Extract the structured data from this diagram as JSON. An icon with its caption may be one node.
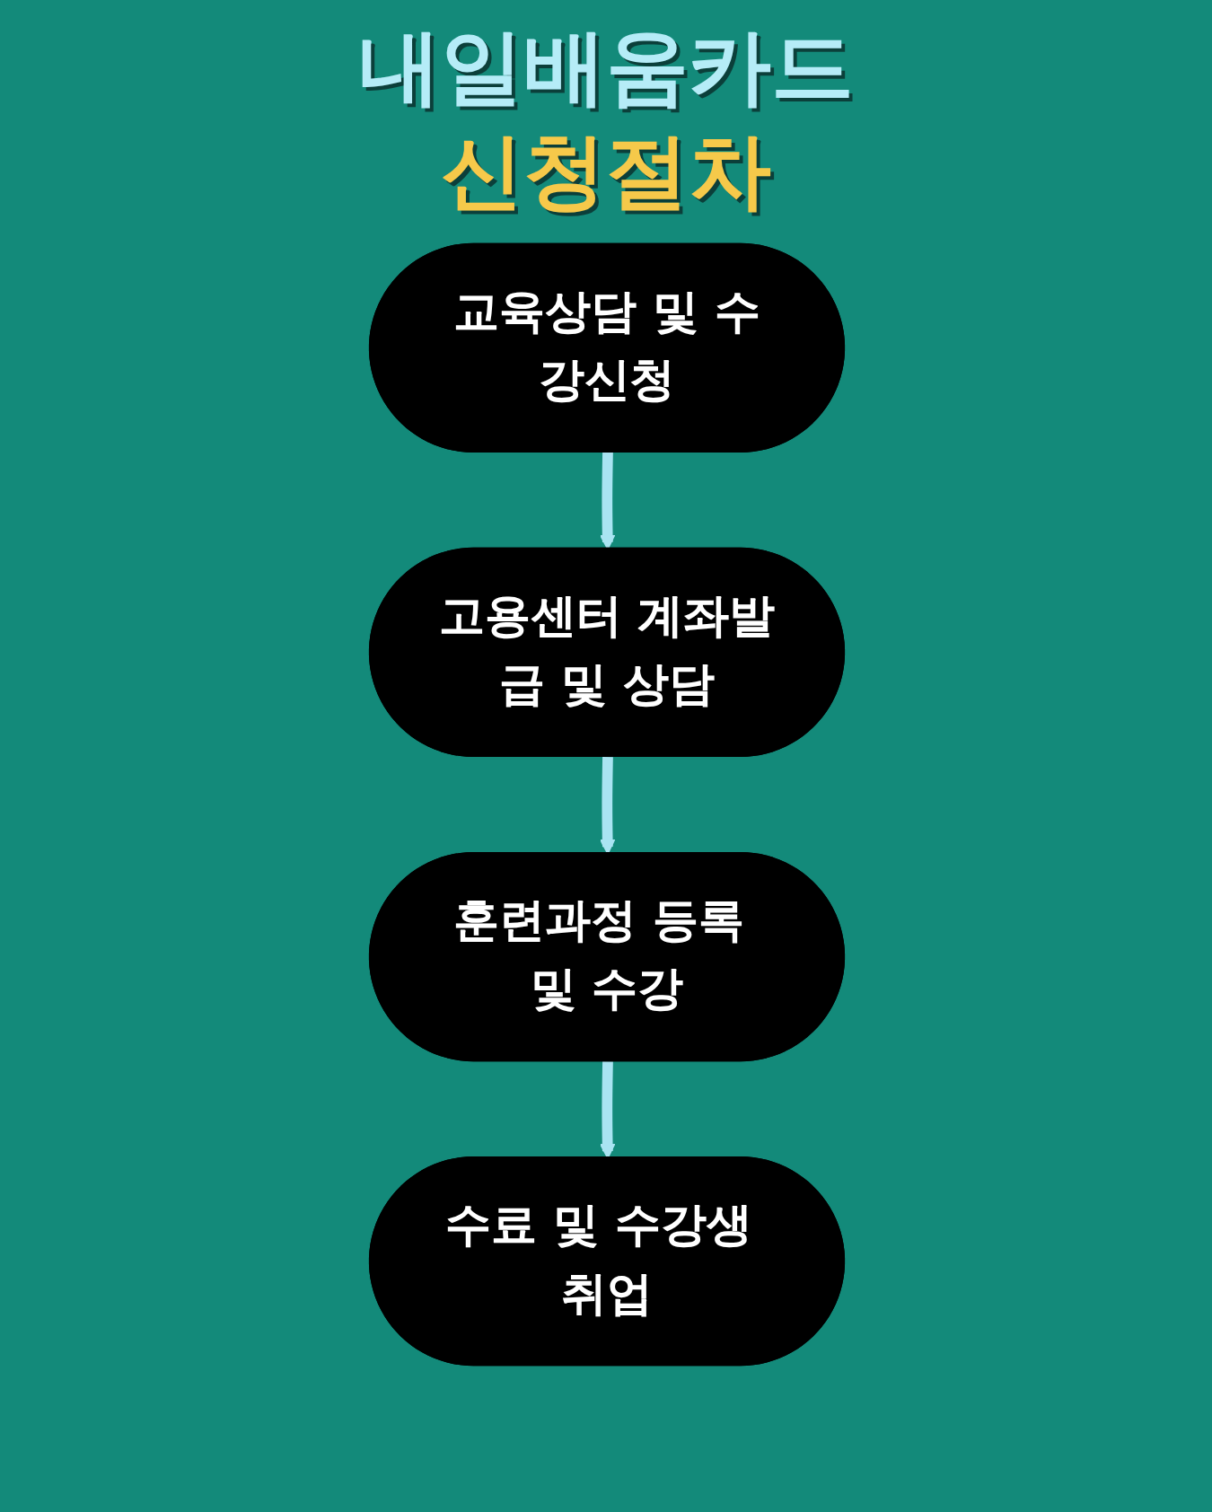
{
  "diagram": {
    "title": "내일배움카드 신청절차",
    "nodes": [
      {
        "text": [
          "교육상담 및 수강신청"
        ]
      },
      {
        "text": [
          "고용센터 계좌발급 및 상담"
        ]
      },
      {
        "text": [
          "훈련과정 등록 및 수강"
        ]
      },
      {
        "text": [
          "수료 및 수강생 취업"
        ]
      }
    ],
    "edges": [
      {
        "from": 0,
        "to": 1,
        "arrow": "to"
      },
      {
        "from": 1,
        "to": 2,
        "arrow": "to"
      },
      {
        "from": 2,
        "to": 3,
        "arrow": "to"
      }
    ]
  }
}
